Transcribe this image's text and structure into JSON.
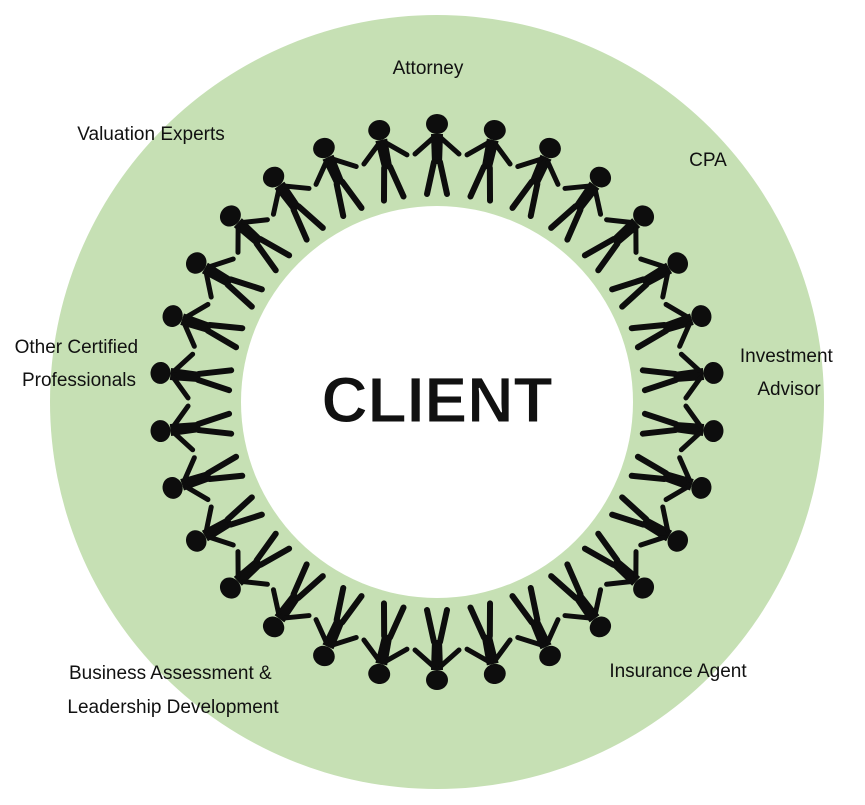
{
  "diagram": {
    "center_label": "CLIENT",
    "roles": [
      {
        "id": "attorney",
        "lines": [
          "Attorney"
        ]
      },
      {
        "id": "cpa",
        "lines": [
          "CPA"
        ]
      },
      {
        "id": "investment-advisor",
        "lines": [
          "Investment",
          "Advisor"
        ]
      },
      {
        "id": "insurance-agent",
        "lines": [
          "Insurance Agent"
        ]
      },
      {
        "id": "business-assessment",
        "lines": [
          "Business Assessment &",
          "Leadership Development"
        ]
      },
      {
        "id": "other-certified-professionals",
        "lines": [
          "Other Certified",
          "Professionals"
        ]
      },
      {
        "id": "valuation-experts",
        "lines": [
          "Valuation Experts"
        ]
      }
    ],
    "figure_count": 30,
    "colors": {
      "ring": "#c6e0b4",
      "inner": "#ffffff",
      "figures": "#0d0d0d"
    }
  }
}
